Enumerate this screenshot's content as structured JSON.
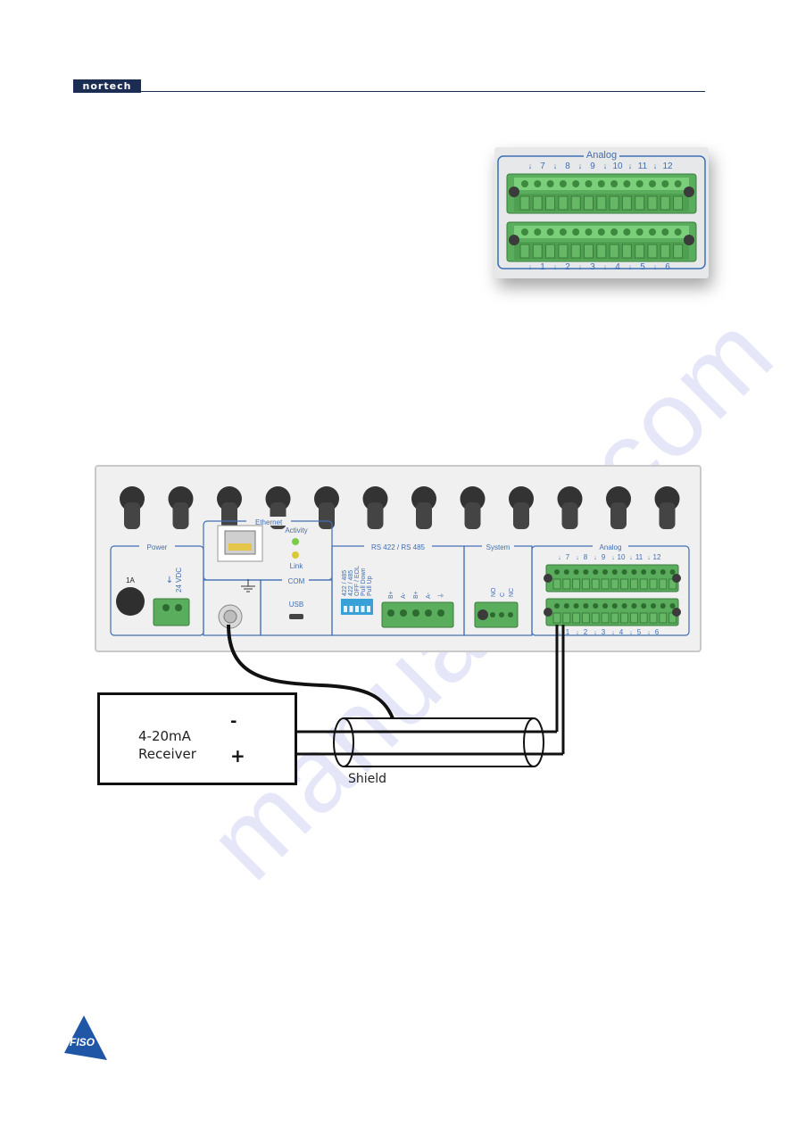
{
  "header": {
    "brand": "nortech"
  },
  "watermark": "manualive.com",
  "analog_photo": {
    "title": "Analog",
    "top_channels": [
      "7",
      "8",
      "9",
      "10",
      "11",
      "12"
    ],
    "bottom_channels": [
      "1",
      "2",
      "3",
      "4",
      "5",
      "6"
    ]
  },
  "panel": {
    "power_label": "Power",
    "fuse_label": "1A",
    "power_input_label": "24 VDC",
    "ethernet_label": "Ethernet",
    "activity_label": "Activity",
    "link_label": "Link",
    "com_label": "COM",
    "usb_label": "USB",
    "rs_label": "RS 422 / RS 485",
    "dip_labels": [
      "422 / 485",
      "422 / 485",
      "OFF / EOL",
      "Pull Down",
      "Pull Up"
    ],
    "rs_terminals": [
      "B+",
      "A-",
      "B+",
      "A-",
      "⏚"
    ],
    "system_label": "System",
    "relay_terminals": [
      "NO",
      "C",
      "NC"
    ],
    "analog_label": "Analog",
    "analog_top": [
      "7",
      "8",
      "9",
      "10",
      "11",
      "12"
    ],
    "analog_bottom": [
      "1",
      "2",
      "3",
      "4",
      "5",
      "6"
    ]
  },
  "diagram": {
    "receiver_line1": "4-20mA",
    "receiver_line2": "Receiver",
    "minus": "-",
    "plus": "+",
    "shield": "Shield"
  },
  "footer": {
    "logo_text": "FISO"
  },
  "colors": {
    "brand_navy": "#1b2d52",
    "panel_line": "#3f6fb3",
    "terminal_green": "#6cc06a",
    "fiso_blue": "#1f56a6"
  }
}
